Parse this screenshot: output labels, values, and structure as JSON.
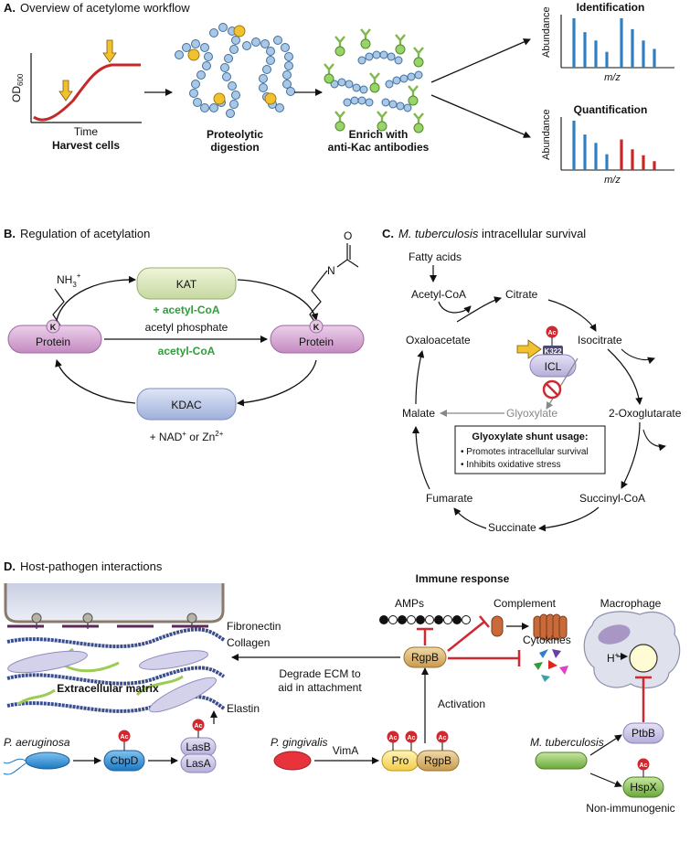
{
  "panelA": {
    "heading_letter": "A.",
    "heading": "Overview of acetylome workflow",
    "growth": {
      "ylabel_main": "OD",
      "ylabel_sub": "600",
      "xlabel": "Time",
      "caption": "Harvest cells"
    },
    "digestion_caption_1": "Proteolytic",
    "digestion_caption_2": "digestion",
    "enrich_caption_1": "Enrich with",
    "enrich_caption_2": "anti-Kac antibodies",
    "identification": {
      "title": "Identification",
      "ylabel": "Abundance",
      "xlabel": "m/z"
    },
    "quantification": {
      "title": "Quantification",
      "ylabel": "Abundance",
      "xlabel": "m/z"
    }
  },
  "chart_data": [
    {
      "type": "bar",
      "title": "Identification",
      "xlabel": "m/z",
      "ylabel": "Abundance",
      "series": [
        {
          "values": [
            1.0,
            0.72,
            0.55,
            0.32,
            1.0,
            0.78,
            0.55,
            0.38
          ],
          "color": "#2f7fc1"
        }
      ]
    },
    {
      "type": "bar",
      "title": "Quantification",
      "xlabel": "m/z",
      "ylabel": "Abundance",
      "series": [
        {
          "values": [
            1.0,
            0.72,
            0.55,
            0.32
          ],
          "color": "#2f7fc1"
        },
        {
          "values": [
            0.62,
            0.42,
            0.3,
            0.18
          ],
          "color": "#c62828"
        }
      ]
    }
  ],
  "panelB": {
    "heading_letter": "B.",
    "heading": "Regulation of acetylation",
    "amine_main": "NH",
    "amine_sub": "3",
    "amine_sup": "+",
    "k_label": "K",
    "protein_label": "Protein",
    "kat": "KAT",
    "kat_cofactor": "+ acetyl-CoA",
    "arrow_top": "acetyl phosphate",
    "arrow_bottom": "acetyl-CoA",
    "kdac": "KDAC",
    "kdac_cofactor_1": "+ NAD",
    "kdac_cofactor_1_sup": "+",
    "kdac_cofactor_2": " or Zn",
    "kdac_cofactor_2_sup": "2+",
    "amide_n": "N",
    "amide_o": "O"
  },
  "panelC": {
    "heading_letter": "C.",
    "heading_italic": "M. tuberculosis",
    "heading_rest": " intracellular survival",
    "fatty_acids": "Fatty acids",
    "acetyl_coa": "Acetyl-CoA",
    "citrate": "Citrate",
    "isocitrate": "Isocitrate",
    "oxoglutarate": "2-Oxoglutarate",
    "succinyl_coa": "Succinyl-CoA",
    "succinate": "Succinate",
    "fumarate": "Fumarate",
    "malate": "Malate",
    "oxaloacetate": "Oxaloacetate",
    "glyoxylate": "Glyoxylate",
    "icl": "ICL",
    "k322": "K322",
    "ac": "Ac",
    "box_title": "Glyoxylate shunt usage:",
    "box_item_1": "Promotes intracellular survival",
    "box_item_2": "Inhibits oxidative stress"
  },
  "panelD": {
    "heading_letter": "D.",
    "heading": "Host-pathogen interactions",
    "fibronectin": "Fibronectin",
    "collagen": "Collagen",
    "ecm": "Extracellular matrix",
    "elastin": "Elastin",
    "degrade_1": "Degrade ECM to",
    "degrade_2": "aid in attachment",
    "immune_response": "Immune response",
    "amps": "AMPs",
    "complement": "Complement",
    "cytokines": "Cytokines",
    "macrophage": "Macrophage",
    "h_plus": "H",
    "h_plus_sup": "+",
    "rgpb": "RgpB",
    "activation": "Activation",
    "p_aeruginosa": "P. aeruginosa",
    "cbpd": "CbpD",
    "lasb": "LasB",
    "lasa": "LasA",
    "p_gingivalis": "P. gingivalis",
    "vima": "VimA",
    "pro": "Pro",
    "rgpb2": "RgpB",
    "m_tuberculosis": "M. tuberculosis",
    "ptbb": "PtbB",
    "hspx": "HspX",
    "non_immunogenic": "Non-immunogenic",
    "ac": "Ac"
  },
  "colors": {
    "blue_bar": "#2f7fc1",
    "red_bar": "#c62828",
    "green_text": "#2e9d3a",
    "protein_pink": "#d8a7d6",
    "kat_green": "#d8e6b8",
    "kdac_blue": "#b9c6e6",
    "ac_red": "#d0282e",
    "inhibit_red": "#d0282e",
    "arrow_yellow": "#f2c12e"
  }
}
